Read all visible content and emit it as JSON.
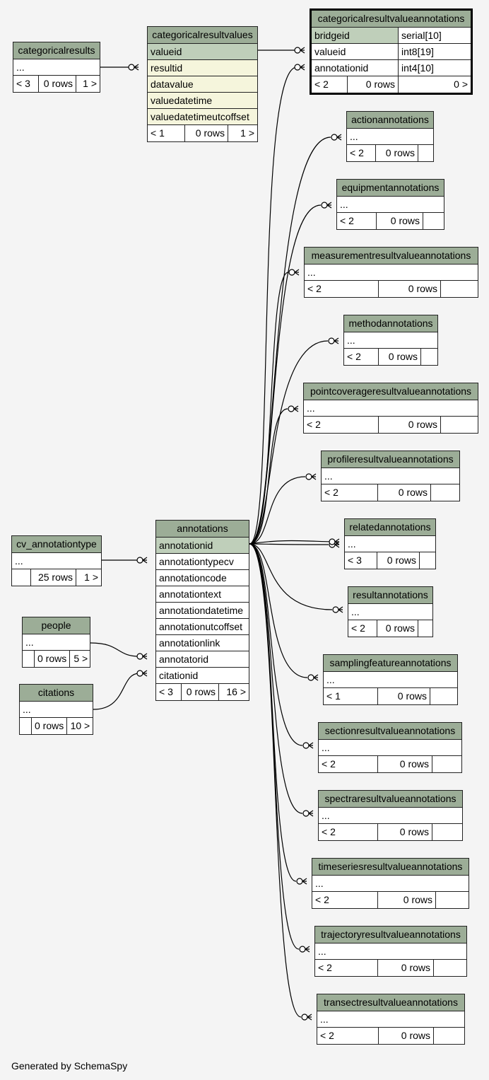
{
  "tables": {
    "categoricalresults": {
      "name": "categoricalresults",
      "rows": [
        "..."
      ],
      "footer": [
        "< 3",
        "0 rows",
        "1 >"
      ]
    },
    "categoricalresultvalues": {
      "name": "categoricalresultvalues",
      "rows": [
        "valueid",
        "resultid",
        "datavalue",
        "valuedatetime",
        "valuedatetimeutcoffset"
      ],
      "footer": [
        "< 1",
        "0 rows",
        "1 >"
      ]
    },
    "categoricalresultvalueannotations": {
      "name": "categoricalresultvalueannotations",
      "rows": [
        {
          "name": "bridgeid",
          "type": "serial[10]"
        },
        {
          "name": "valueid",
          "type": "int8[19]"
        },
        {
          "name": "annotationid",
          "type": "int4[10]"
        }
      ],
      "footer": [
        "< 2",
        "0 rows",
        "0 >"
      ]
    },
    "actionannotations": {
      "name": "actionannotations",
      "rows": [
        "..."
      ],
      "footer": [
        "< 2",
        "0 rows",
        ""
      ]
    },
    "equipmentannotations": {
      "name": "equipmentannotations",
      "rows": [
        "..."
      ],
      "footer": [
        "< 2",
        "0 rows",
        ""
      ]
    },
    "measurementresultvalueannotations": {
      "name": "measurementresultvalueannotations",
      "rows": [
        "..."
      ],
      "footer": [
        "< 2",
        "0 rows",
        ""
      ]
    },
    "methodannotations": {
      "name": "methodannotations",
      "rows": [
        "..."
      ],
      "footer": [
        "< 2",
        "0 rows",
        ""
      ]
    },
    "pointcoverageresultvalueannotations": {
      "name": "pointcoverageresultvalueannotations",
      "rows": [
        "..."
      ],
      "footer": [
        "< 2",
        "0 rows",
        ""
      ]
    },
    "profileresultvalueannotations": {
      "name": "profileresultvalueannotations",
      "rows": [
        "..."
      ],
      "footer": [
        "< 2",
        "0 rows",
        ""
      ]
    },
    "relatedannotations": {
      "name": "relatedannotations",
      "rows": [
        "..."
      ],
      "footer": [
        "< 3",
        "0 rows",
        ""
      ]
    },
    "resultannotations": {
      "name": "resultannotations",
      "rows": [
        "..."
      ],
      "footer": [
        "< 2",
        "0 rows",
        ""
      ]
    },
    "samplingfeatureannotations": {
      "name": "samplingfeatureannotations",
      "rows": [
        "..."
      ],
      "footer": [
        "< 1",
        "0 rows",
        ""
      ]
    },
    "sectionresultvalueannotations": {
      "name": "sectionresultvalueannotations",
      "rows": [
        "..."
      ],
      "footer": [
        "< 2",
        "0 rows",
        ""
      ]
    },
    "spectraresultvalueannotations": {
      "name": "spectraresultvalueannotations",
      "rows": [
        "..."
      ],
      "footer": [
        "< 2",
        "0 rows",
        ""
      ]
    },
    "timeseriesresultvalueannotations": {
      "name": "timeseriesresultvalueannotations",
      "rows": [
        "..."
      ],
      "footer": [
        "< 2",
        "0 rows",
        ""
      ]
    },
    "trajectoryresultvalueannotations": {
      "name": "trajectoryresultvalueannotations",
      "rows": [
        "..."
      ],
      "footer": [
        "< 2",
        "0 rows",
        ""
      ]
    },
    "transectresultvalueannotations": {
      "name": "transectresultvalueannotations",
      "rows": [
        "..."
      ],
      "footer": [
        "< 2",
        "0 rows",
        ""
      ]
    },
    "annotations": {
      "name": "annotations",
      "rows": [
        "annotationid",
        "annotationtypecv",
        "annotationcode",
        "annotationtext",
        "annotationdatetime",
        "annotationutcoffset",
        "annotationlink",
        "annotatorid",
        "citationid"
      ],
      "footer": [
        "< 3",
        "0 rows",
        "16 >"
      ]
    },
    "cv_annotationtype": {
      "name": "cv_annotationtype",
      "rows": [
        "..."
      ],
      "footer": [
        "",
        "25 rows",
        "1 >"
      ]
    },
    "people": {
      "name": "people",
      "rows": [
        "..."
      ],
      "footer": [
        "",
        "0 rows",
        "5 >"
      ]
    },
    "citations": {
      "name": "citations",
      "rows": [
        "..."
      ],
      "footer": [
        "",
        "0 rows",
        "10 >"
      ]
    }
  },
  "colors": {
    "header": "#9cad97",
    "key": "#bfcfba",
    "foreign_key": "#f5f5dc",
    "background": "#f4f4f4"
  },
  "footer_text": "Generated by SchemaSpy"
}
